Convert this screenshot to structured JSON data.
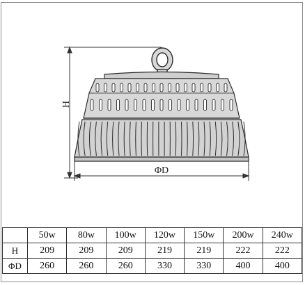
{
  "drawing": {
    "height_label": "H",
    "diameter_label": "ΦD",
    "colors": {
      "line": "#2a2a2a",
      "fill": "#d8d8d8",
      "shade": "#b9b9b9"
    }
  },
  "table": {
    "header": [
      "",
      "50w",
      "80w",
      "100w",
      "120w",
      "150w",
      "200w",
      "240w"
    ],
    "rows": [
      {
        "label": "H",
        "values": [
          "209",
          "209",
          "209",
          "219",
          "219",
          "222",
          "222"
        ]
      },
      {
        "label": "ΦD",
        "values": [
          "260",
          "260",
          "260",
          "330",
          "330",
          "400",
          "400"
        ]
      }
    ]
  }
}
